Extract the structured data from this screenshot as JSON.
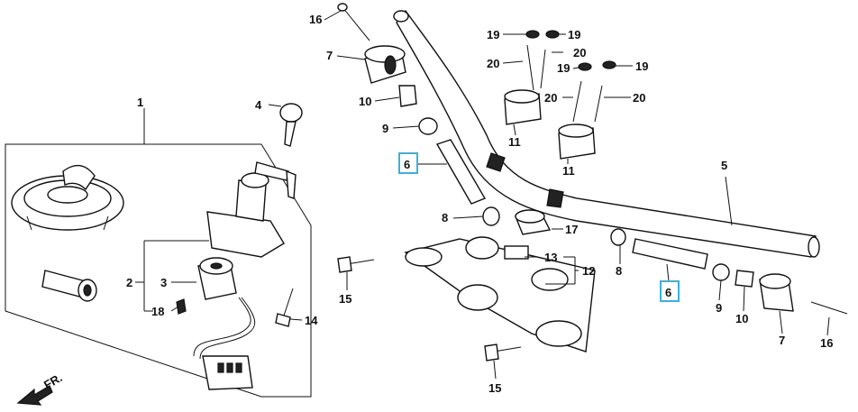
{
  "labels": {
    "l1": "1",
    "l2": "2",
    "l3": "3",
    "l4": "4",
    "l5": "5",
    "l6a": "6",
    "l6b": "6",
    "l7a": "7",
    "l7b": "7",
    "l8a": "8",
    "l8b": "8",
    "l9a": "9",
    "l9b": "9",
    "l10a": "10",
    "l10b": "10",
    "l11a": "11",
    "l11b": "11",
    "l12": "12",
    "l13": "13",
    "l14": "14",
    "l15a": "15",
    "l15b": "15",
    "l16a": "16",
    "l16b": "16",
    "l17": "17",
    "l18": "18",
    "l19a": "19",
    "l19b": "19",
    "l19c": "19",
    "l19d": "19",
    "l20a": "20",
    "l20b": "20",
    "l20c": "20",
    "l20d": "20",
    "fr": "FR."
  },
  "highlight_color": "#3ab0dd",
  "icons": {
    "front_arrow": "arrow-left-icon"
  }
}
